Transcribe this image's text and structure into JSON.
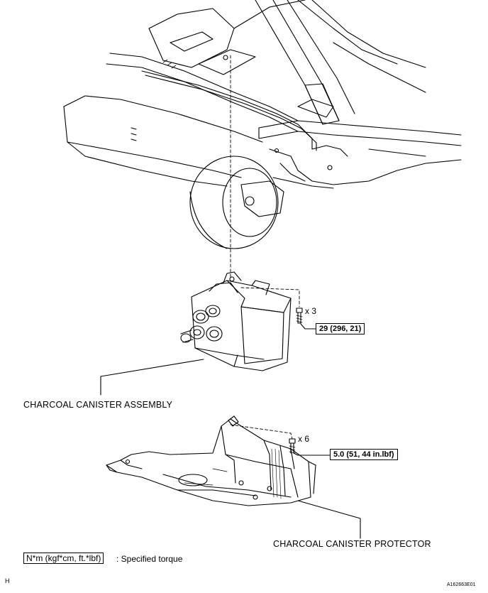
{
  "parts": {
    "canister_label": "CHARCOAL CANISTER ASSEMBLY",
    "protector_label": "CHARCOAL CANISTER PROTECTOR"
  },
  "fasteners": {
    "canister_bolt_qty": "x 3",
    "canister_torque": "29 (296, 21)",
    "protector_bolt_qty": "x 6",
    "protector_torque": "5.0 (51, 44 in.lbf)"
  },
  "legend": {
    "unit_box": "N*m (kgf*cm, ft.*lbf)",
    "description": ": Specified torque"
  },
  "footer": {
    "corner_letter": "H",
    "figure_id": "A162663E01"
  }
}
